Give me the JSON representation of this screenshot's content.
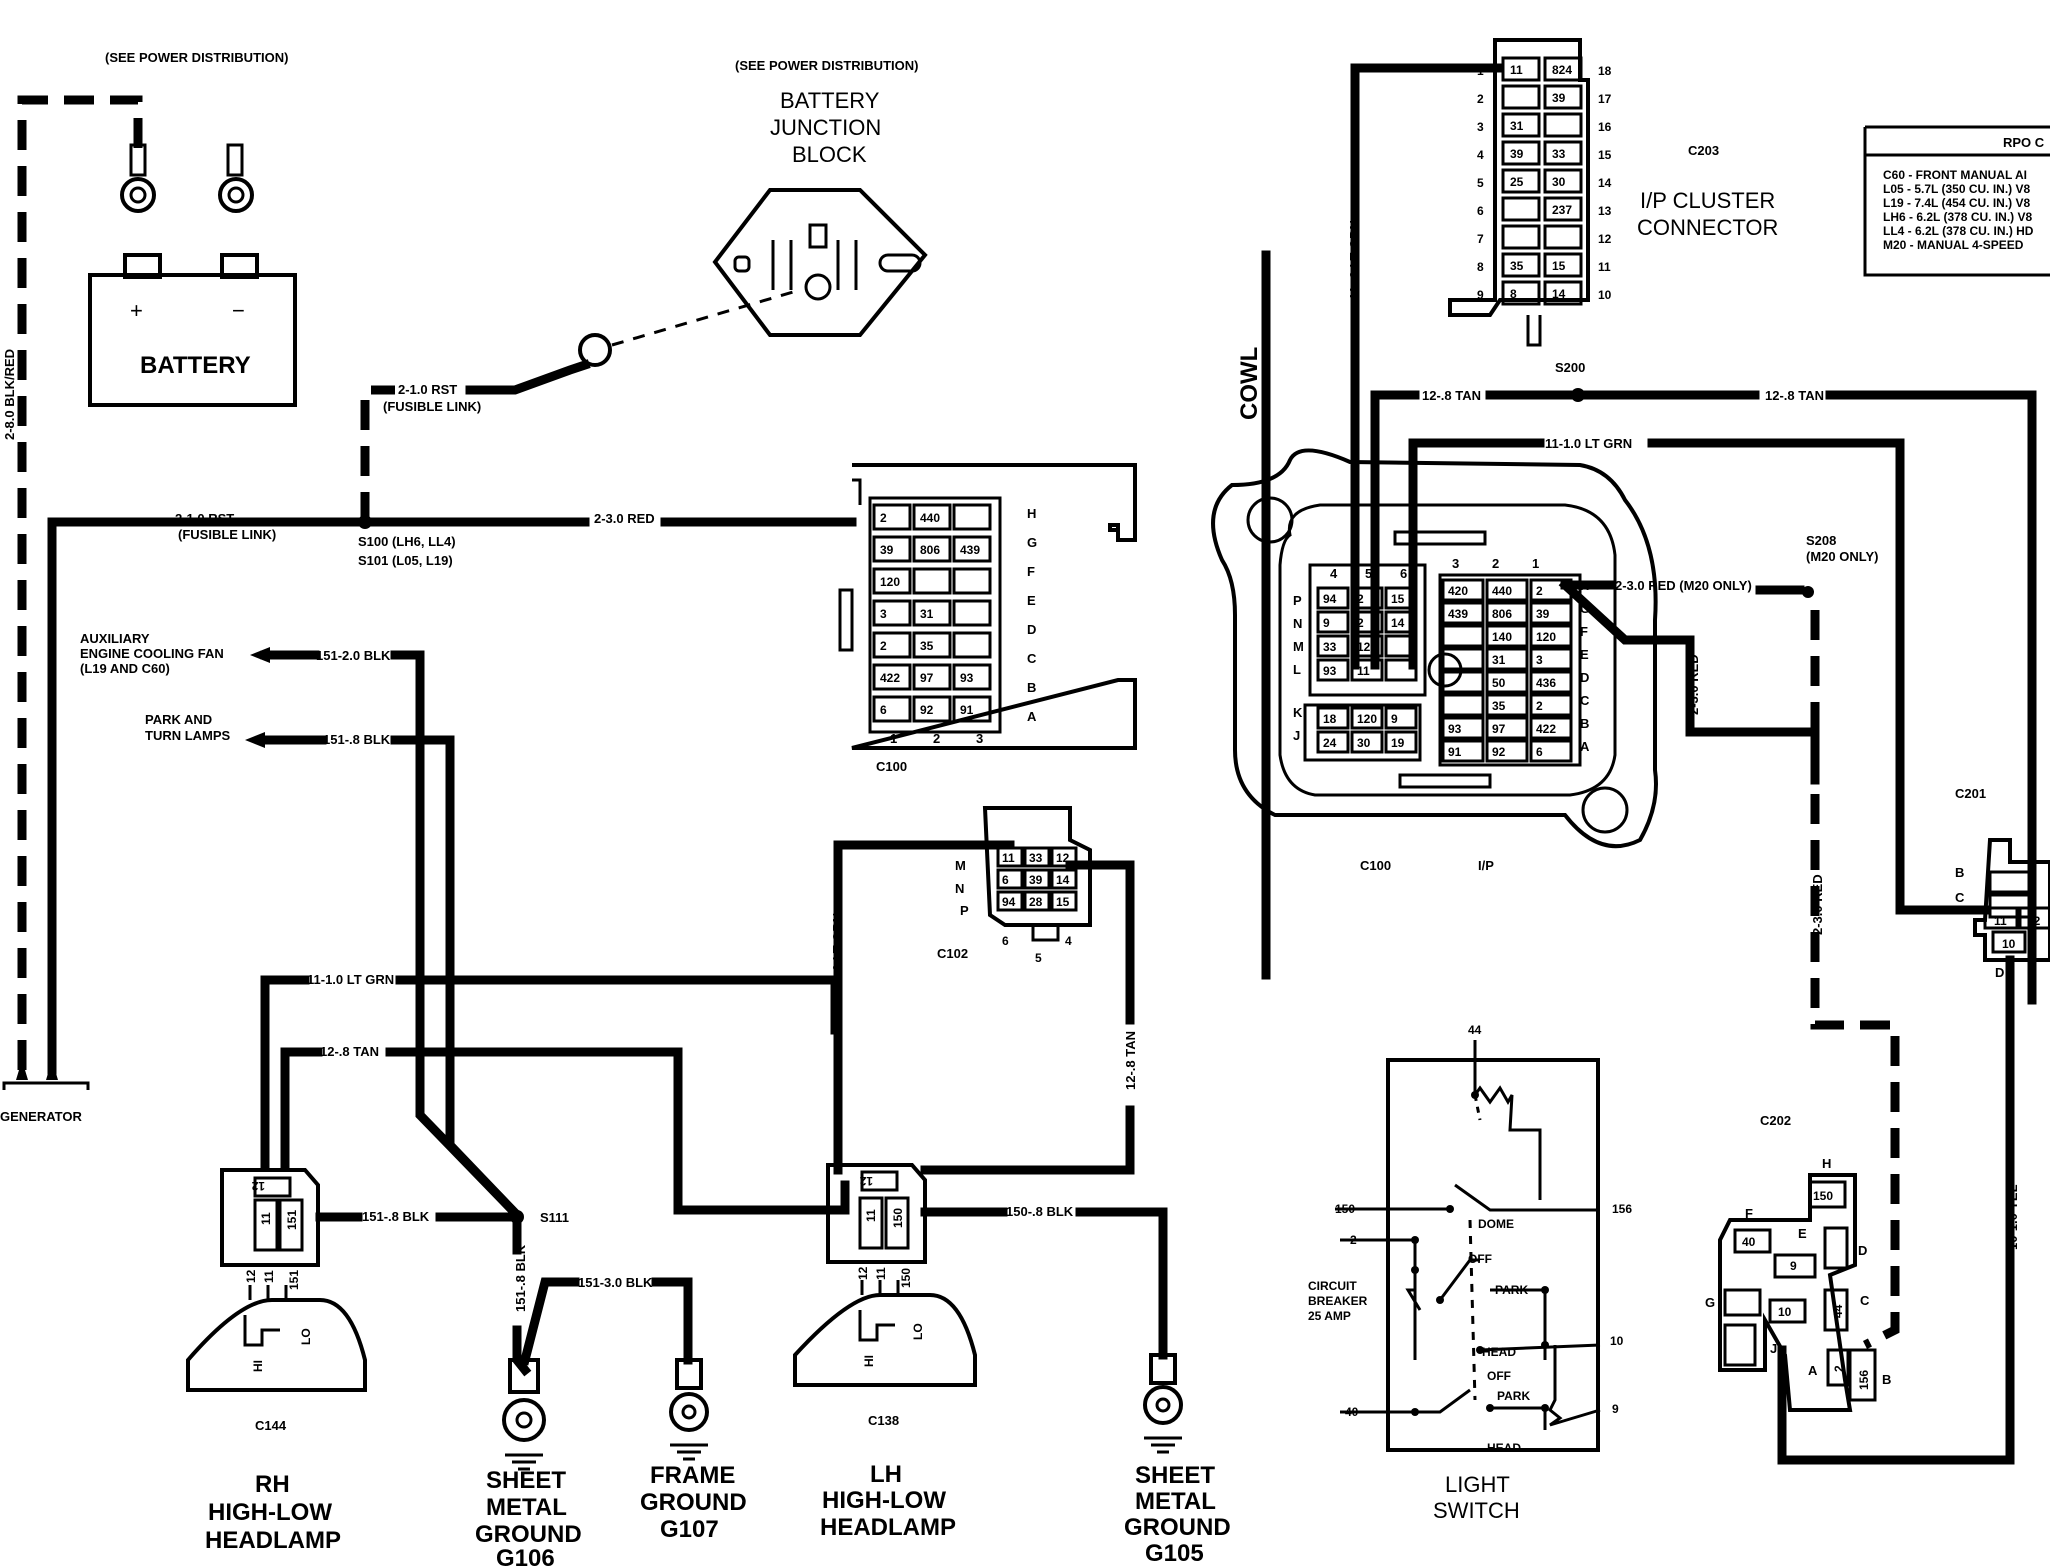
{
  "titles": {
    "battery_top_note": "(SEE POWER DISTRIBUTION)",
    "junction_note": "(SEE POWER DISTRIBUTION)",
    "junction_l1": "BATTERY",
    "junction_l2": "JUNCTION",
    "junction_l3": "BLOCK",
    "battery": "BATTERY",
    "battery_plus": "+",
    "battery_minus": "−",
    "generator": "GENERATOR",
    "cowl": "COWL",
    "ip_cluster_l1": "I/P CLUSTER",
    "ip_cluster_l2": "CONNECTOR",
    "c203": "C203",
    "c100": "C100",
    "c100_ip": "C100",
    "ip": "I/P",
    "c102": "C102",
    "c201": "C201",
    "c202": "C202",
    "c144": "C144",
    "c138": "C138"
  },
  "wires": {
    "w_2_8_blk_red": "2-8.0 BLK/RED",
    "w_rst_fuse_top": "2-1.0 RST",
    "w_fuse_link_top": "(FUSIBLE LINK)",
    "w_rst_fuse_left": "2-1.0 RST",
    "w_fuse_link_left": "(FUSIBLE LINK)",
    "w_2_3_red": "2-3.0 RED",
    "s100": "S100 (LH6, LL4)",
    "s101": "S101 (L05, L19)",
    "aux_fan_l1": "AUXILIARY",
    "aux_fan_l2": "ENGINE COOLING FAN",
    "aux_fan_l3": "(L19 AND C60)",
    "w_151_2_blk": "151-2.0 BLK",
    "park_l1": "PARK AND",
    "park_l2": "TURN LAMPS",
    "w_151_8_blk_park": "151-.8 BLK",
    "w_11_lt_grn_rh": "11-1.0 LT GRN",
    "w_12_tan_rh": "12-.8 TAN",
    "w_151_8_blk_rh": "151-.8 BLK",
    "s111": "S111",
    "w_151_8_blk_down": "151-.8 BLK",
    "w_151_3_blk": "151-3.0 BLK",
    "w_11_lt_grn_lh": "11-1.0 LT GRN",
    "w_12_tan_lh": "12-.8 TAN",
    "w_150_8_blk": "150-.8 BLK",
    "w_11_8_lt_grn": "11-.8 LT GRN",
    "w_12_8_tan_a": "12-.8 TAN",
    "w_12_8_tan_b": "12-.8 TAN",
    "s200": "S200",
    "w_11_1_lt_grn_ip": "11-1.0 LT GRN",
    "w_2_3_red_m20": "2-3.0 RED (M20 ONLY)",
    "s208": "S208",
    "s208_note": "(M20 ONLY)",
    "w_2_3_red_v": "2-3.0 RED",
    "w_2_3_red_v2": "2-3.0 RED",
    "w_10_yel": "10-1.0 YEL"
  },
  "grounds": {
    "rh_l1": "RH",
    "rh_l2": "HIGH-LOW",
    "rh_l3": "HEADLAMP",
    "g106_l1": "SHEET",
    "g106_l2": "METAL",
    "g106_l3": "GROUND",
    "g106_l4": "G106",
    "g107_l1": "FRAME",
    "g107_l2": "GROUND",
    "g107_l3": "G107",
    "lh_l1": "LH",
    "lh_l2": "HIGH-LOW",
    "lh_l3": "HEADLAMP",
    "g105_l1": "SHEET",
    "g105_l2": "METAL",
    "g105_l3": "GROUND",
    "g105_l4": "G105"
  },
  "light_switch": {
    "title_l1": "LIGHT",
    "title_l2": "SWITCH",
    "pin_44": "44",
    "pin_150": "150",
    "pin_156": "156",
    "pin_2": "2",
    "pin_10": "10",
    "pin_40": "40",
    "pin_9": "9",
    "dome": "DOME",
    "off1": "OFF",
    "park1": "PARK",
    "head1": "HEAD",
    "off2": "OFF",
    "park2": "PARK",
    "head2": "HEAD",
    "cb_l1": "CIRCUIT",
    "cb_l2": "BREAKER",
    "cb_l3": "25 AMP"
  },
  "rpo": {
    "header": "RPO C",
    "lines": [
      "C60 - FRONT MANUAL AI",
      "L05 - 5.7L (350 CU. IN.) V8",
      "L19 - 7.4L (454 CU. IN.) V8",
      "LH6 - 6.2L (378 CU. IN.) V8",
      "LL4 - 6.2L (378 CU. IN.) HD",
      "M20 - MANUAL 4-SPEED"
    ]
  },
  "c203_pins": {
    "left": [
      "1",
      "2",
      "3",
      "4",
      "5",
      "6",
      "7",
      "8",
      "9"
    ],
    "right": [
      "18",
      "17",
      "16",
      "15",
      "14",
      "13",
      "12",
      "11",
      "10"
    ],
    "cells": [
      "11",
      "824",
      "",
      "39",
      "31",
      "",
      "39",
      "33",
      "25",
      "30",
      "",
      "237",
      "",
      "",
      "35",
      "15",
      "8",
      "14"
    ]
  },
  "c100_front": {
    "rows": [
      "H",
      "G",
      "F",
      "E",
      "D",
      "C",
      "B",
      "A"
    ],
    "cols": [
      "1",
      "2",
      "3"
    ],
    "cells": [
      "2",
      "440",
      "",
      "39",
      "806",
      "439",
      "120",
      "",
      "",
      "3",
      "31",
      "",
      "2",
      "35",
      "",
      "422",
      "97",
      "93",
      "6",
      "92",
      "91"
    ]
  },
  "c100_ip": {
    "top_left": [
      "4",
      "5",
      "6"
    ],
    "top_right": [
      "3",
      "2",
      "1"
    ],
    "left_rows": [
      "P",
      "N",
      "M",
      "L",
      "K",
      "J"
    ],
    "right_rows": [
      "H",
      "G",
      "F",
      "E",
      "D",
      "C",
      "B",
      "A"
    ],
    "left_cells": [
      "94",
      "2",
      "15",
      "9",
      "2",
      "14",
      "33",
      "12",
      "",
      "93",
      "11",
      ""
    ],
    "right_cells": [
      "420",
      "440",
      "2",
      "439",
      "806",
      "39",
      "",
      "140",
      "120",
      "",
      "31",
      "3",
      "",
      "50",
      "436",
      "",
      "35",
      "2",
      "93",
      "97",
      "422",
      "91",
      "92",
      "6"
    ],
    "k_cells": [
      "18",
      "120",
      "9",
      "24",
      "30",
      "19"
    ]
  },
  "c102": {
    "rows": [
      "M",
      "N",
      "P"
    ],
    "cells": [
      "11",
      "33",
      "12",
      "6",
      "39",
      "14",
      "94",
      "28",
      "15"
    ],
    "bottom": [
      "6",
      "4",
      "5"
    ]
  },
  "c144": {
    "pins": [
      "11",
      "12",
      "151"
    ],
    "lamp_pins": [
      "12",
      "11",
      "151"
    ],
    "lamp_hi": "HI",
    "lamp_lo": "LO"
  },
  "c138": {
    "pins": [
      "11",
      "12",
      "150"
    ],
    "lamp_pins": [
      "12",
      "11",
      "150"
    ],
    "lamp_hi": "HI",
    "lamp_lo": "LO"
  },
  "c201": {
    "pins": [
      "11",
      "12",
      "10"
    ],
    "rows": [
      "B",
      "C",
      "D"
    ]
  },
  "c202": {
    "letters": [
      "H",
      "F",
      "E",
      "D",
      "G",
      "C",
      "J",
      "A",
      "B"
    ],
    "cells": [
      "150",
      "40",
      "9",
      "44",
      "10",
      "2",
      "156"
    ]
  }
}
